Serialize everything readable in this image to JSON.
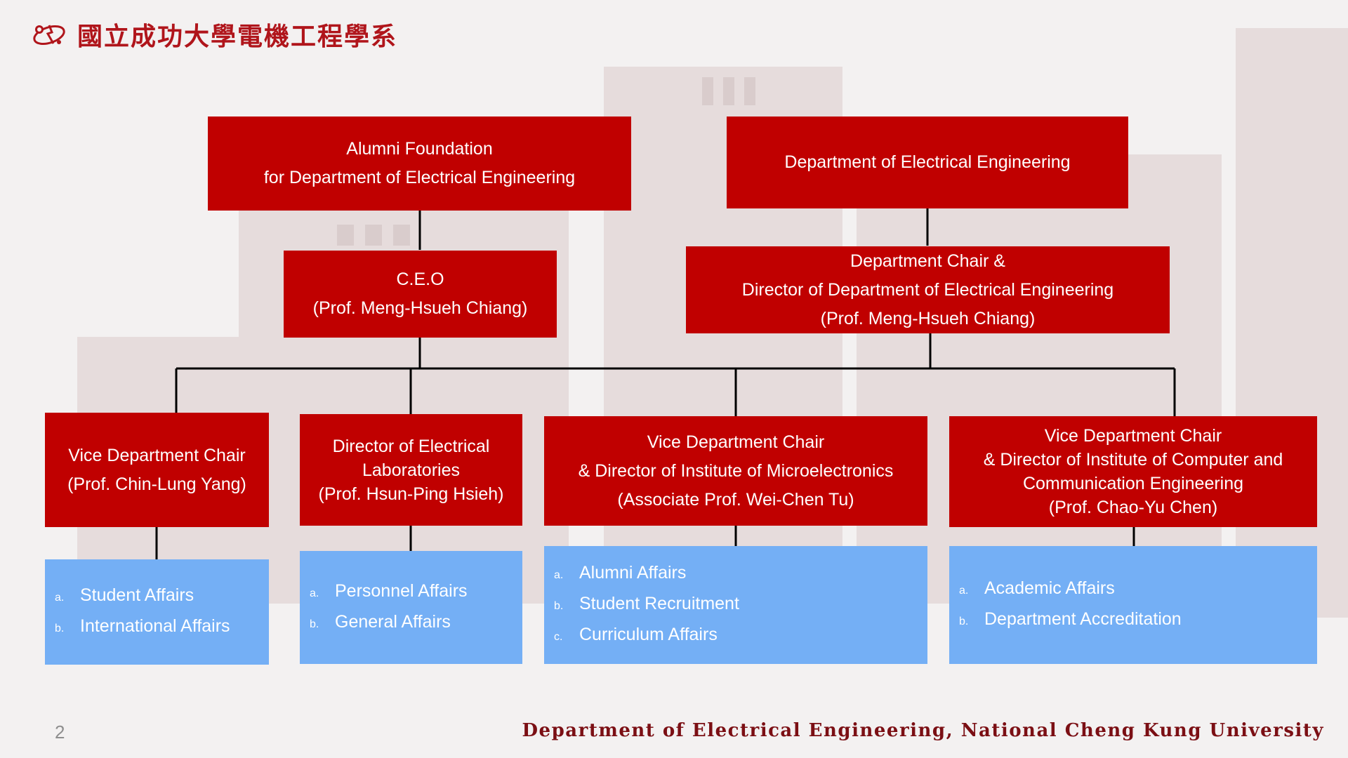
{
  "header": {
    "university_name": "國立成功大學電機工程學系"
  },
  "org": {
    "alumni_foundation": {
      "line1": "Alumni Foundation",
      "line2": "for Department of Electrical Engineering"
    },
    "department": {
      "line1": "Department of Electrical Engineering"
    },
    "ceo": {
      "line1": "C.E.O",
      "line2": "(Prof. Meng-Hsueh Chiang)"
    },
    "chair": {
      "line1": "Department Chair &",
      "line2": "Director of Department of Electrical Engineering",
      "line3": "(Prof. Meng-Hsueh Chiang)"
    },
    "vice1": {
      "line1": "Vice Department Chair",
      "line2": "(Prof. Chin-Lung Yang)",
      "duties": [
        {
          "marker": "a.",
          "text": "Student Affairs"
        },
        {
          "marker": "b.",
          "text": "International Affairs"
        }
      ]
    },
    "labs": {
      "line1": "Director of Electrical",
      "line2": "Laboratories",
      "line3": "(Prof. Hsun-Ping Hsieh)",
      "duties": [
        {
          "marker": "a.",
          "text": "Personnel Affairs"
        },
        {
          "marker": "b.",
          "text": "General Affairs"
        }
      ]
    },
    "vice2": {
      "line1": "Vice Department Chair",
      "line2": "& Director of Institute of Microelectronics",
      "line3": "(Associate Prof. Wei-Chen Tu)",
      "duties": [
        {
          "marker": "a.",
          "text": "Alumni Affairs"
        },
        {
          "marker": "b.",
          "text": "Student Recruitment"
        },
        {
          "marker": "c.",
          "text": "Curriculum Affairs"
        }
      ]
    },
    "vice3": {
      "line1": "Vice Department Chair",
      "line2": "& Director of Institute of Computer and",
      "line3": "Communication Engineering",
      "line4": "(Prof. Chao-Yu Chen)",
      "duties": [
        {
          "marker": "a.",
          "text": "Academic Affairs"
        },
        {
          "marker": "b.",
          "text": "Department Accreditation"
        }
      ]
    }
  },
  "colors": {
    "red_box": "#c00000",
    "blue_box": "#74aff5",
    "brand": "#b0151b",
    "connector": "#000000"
  },
  "icons": {
    "logo": "department-logo-icon"
  },
  "page_number": "2",
  "footer": "Department of Electrical Engineering, National Cheng Kung University"
}
